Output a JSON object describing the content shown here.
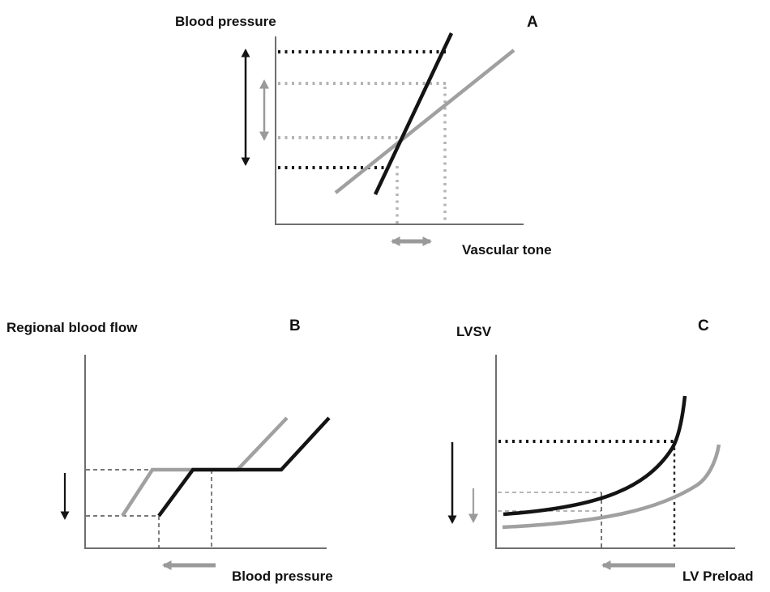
{
  "colors": {
    "primary_curve": "#141414",
    "secondary_curve": "#a0a0a0",
    "dotted_gray": "#b4b4b4",
    "axis": "#6e6e6e",
    "arrow_gray": "#9a9a9a"
  },
  "panels": {
    "a": {
      "letter": "A",
      "y_axis_label": "Blood pressure",
      "x_axis_label": "Vascular tone"
    },
    "b": {
      "letter": "B",
      "y_axis_label": "Regional blood flow",
      "x_axis_label": "Blood pressure"
    },
    "c": {
      "letter": "C",
      "y_axis_label": "LVSV",
      "x_axis_label": "LV Preload"
    }
  }
}
